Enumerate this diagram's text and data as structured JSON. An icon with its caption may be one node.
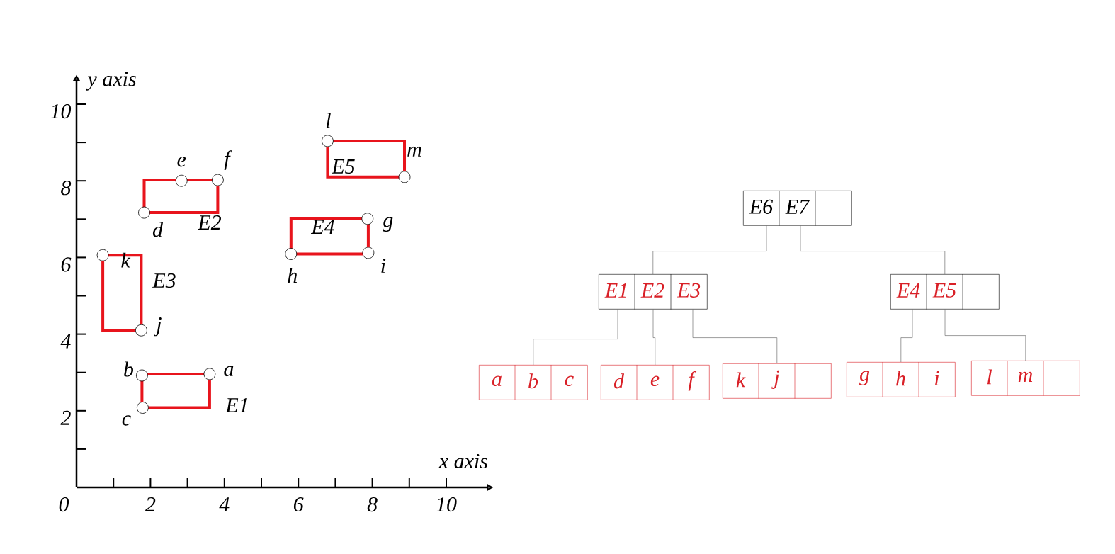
{
  "diagram": {
    "nodes": [
      {
        "text": [
          "E6",
          "E7"
        ]
      },
      {
        "text": [
          "E1",
          "E2",
          "E3"
        ]
      },
      {
        "text": [
          "E4",
          "E5"
        ]
      },
      {
        "text": [
          "a",
          "b",
          "c"
        ]
      },
      {
        "text": [
          "d",
          "e",
          "f"
        ]
      },
      {
        "text": [
          "k",
          "j"
        ]
      },
      {
        "text": [
          "g",
          "h",
          "i"
        ]
      },
      {
        "text": [
          "l",
          "m"
        ]
      }
    ],
    "edges": [
      {
        "from": 0,
        "to": 1,
        "arrow": "none"
      },
      {
        "from": 0,
        "to": 2,
        "arrow": "none"
      },
      {
        "from": 1,
        "to": 3,
        "arrow": "none"
      },
      {
        "from": 1,
        "to": 4,
        "arrow": "none"
      },
      {
        "from": 1,
        "to": 5,
        "arrow": "none"
      },
      {
        "from": 2,
        "to": 6,
        "arrow": "none"
      },
      {
        "from": 2,
        "to": 7,
        "arrow": "none"
      }
    ],
    "chart_data": {
      "type": "scatter",
      "xlabel": "x axis",
      "ylabel": "y axis",
      "x": [
        3.6,
        1.77,
        1.79,
        1.83,
        2.84,
        3.82,
        0.71,
        1.75,
        7.87,
        5.8,
        7.89,
        6.79,
        8.87
      ],
      "series": [
        {
          "values": [
            2.96,
            2.92,
            2.08,
            7.17,
            8.0,
            8.02,
            6.06,
            4.1,
            7.01,
            6.09,
            6.12,
            9.04,
            8.1
          ],
          "value_labels": [
            "a",
            "b",
            "c",
            "d",
            "e",
            "f",
            "k",
            "j",
            "g",
            "h",
            "i",
            "l",
            "m"
          ]
        }
      ],
      "annotations": [
        "E1",
        "E2",
        "E3",
        "E4",
        "E5"
      ],
      "xlim": [
        0,
        11.1
      ],
      "ylim": [
        0,
        10.6
      ],
      "xticks": [
        0,
        2,
        4,
        6,
        8,
        10
      ],
      "yticks": [
        2,
        4,
        6,
        8,
        10
      ]
    }
  }
}
